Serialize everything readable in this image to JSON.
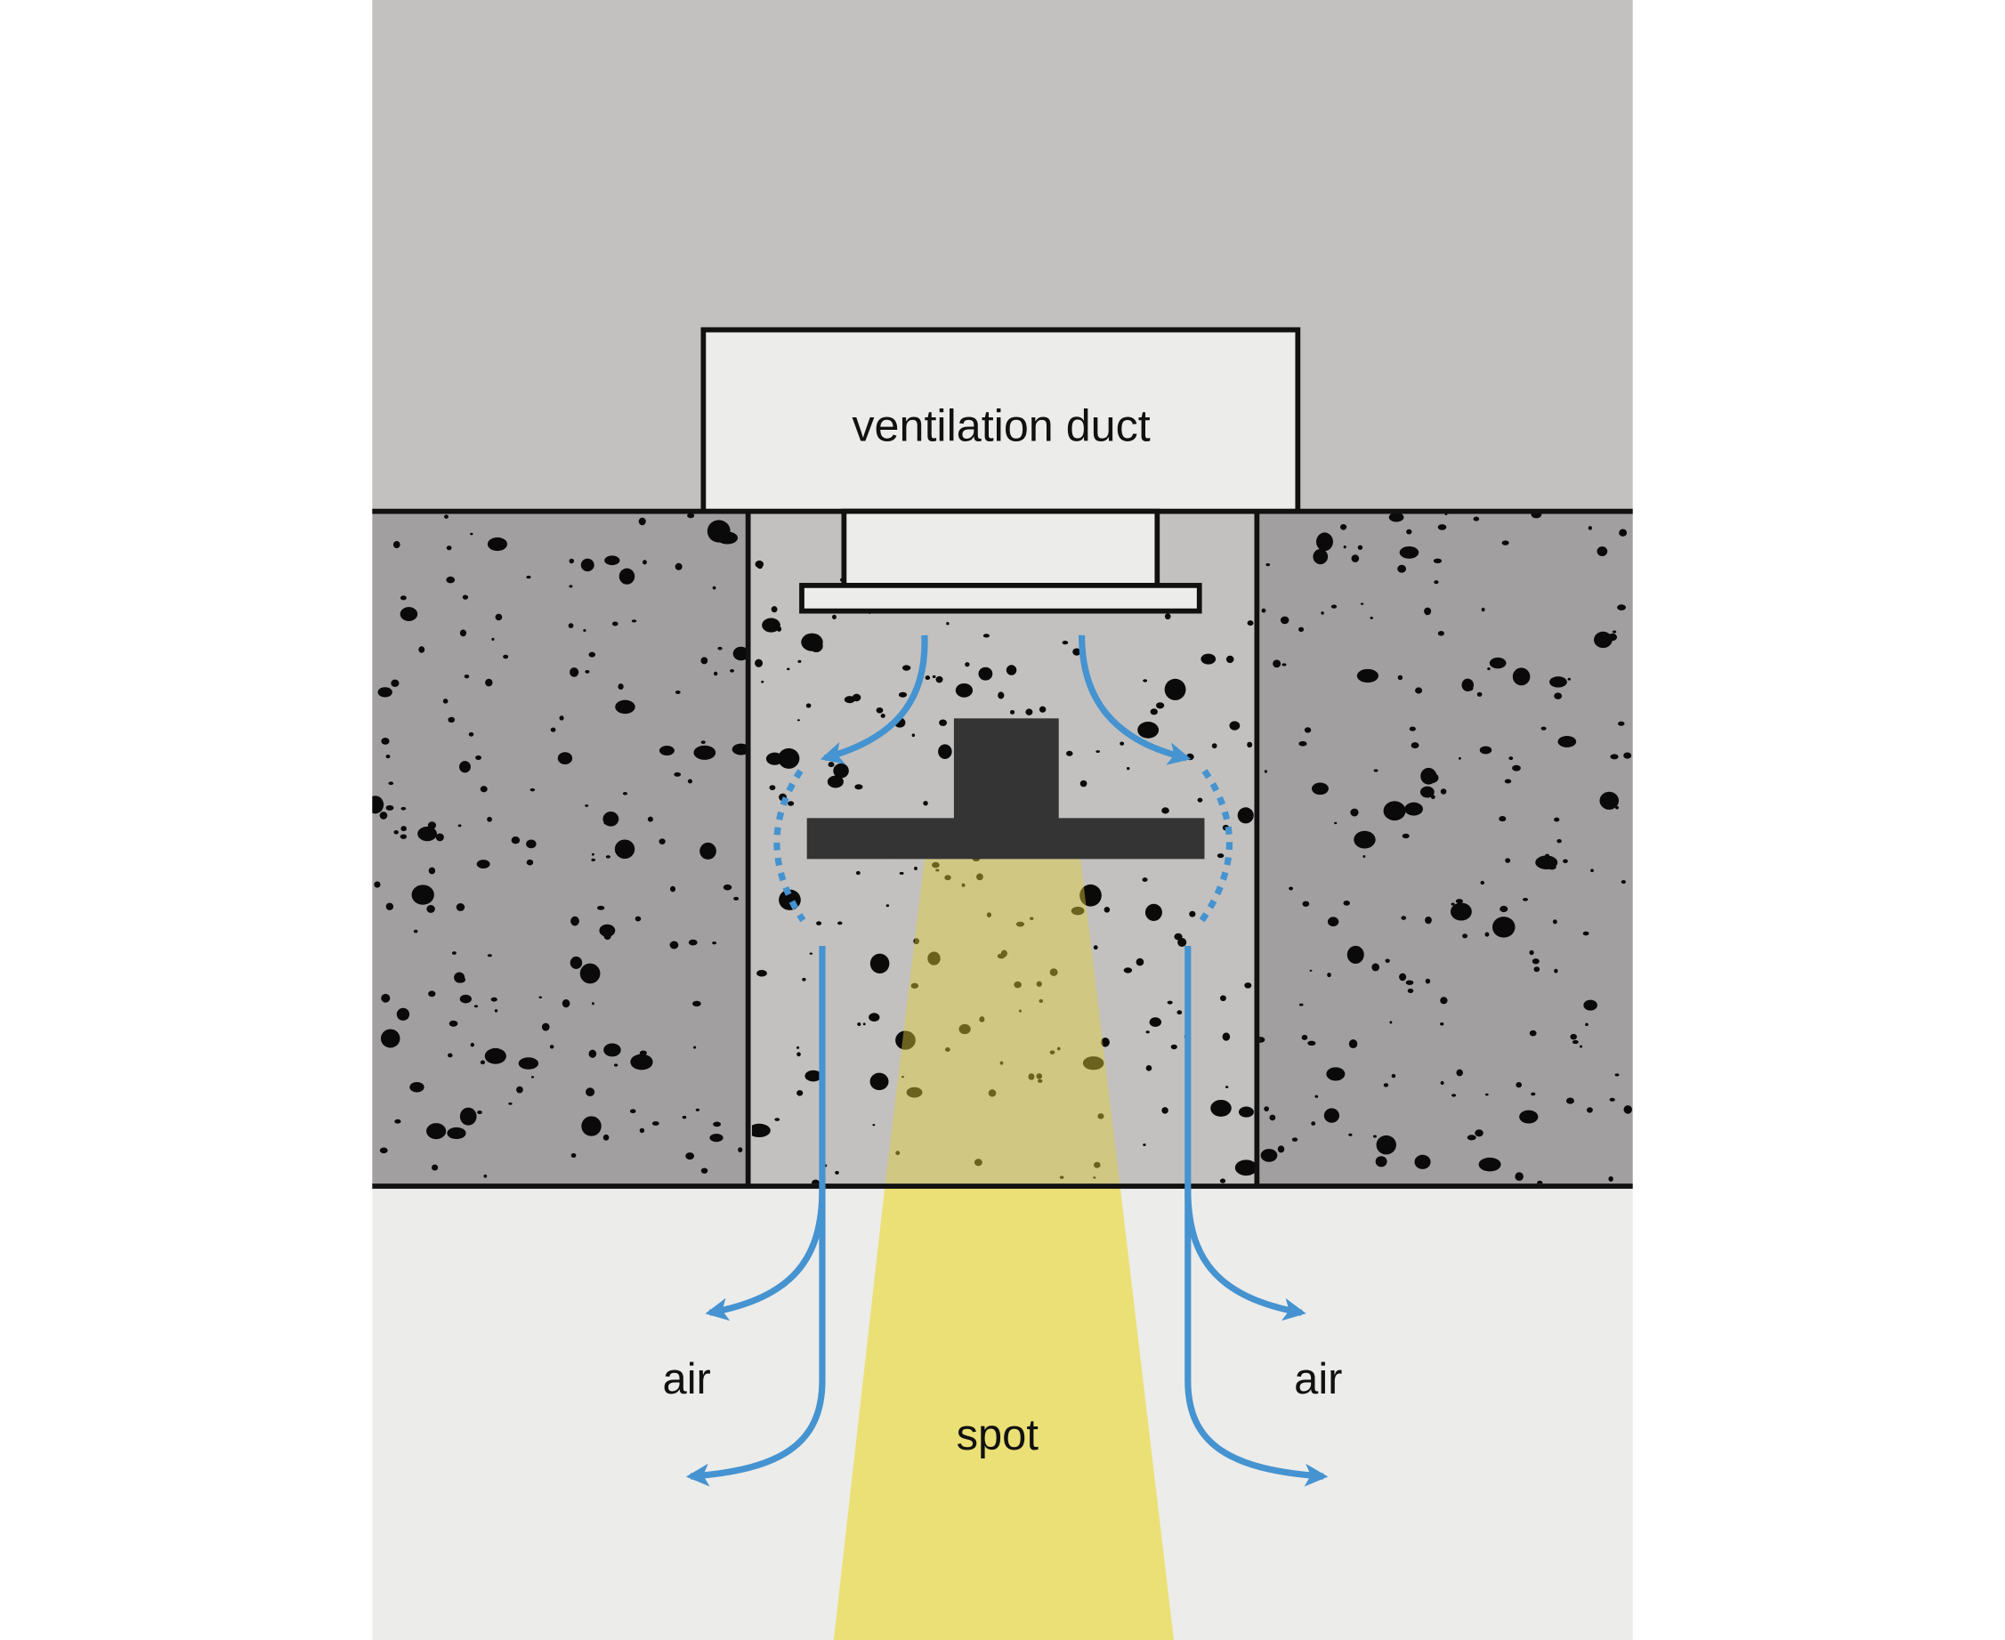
{
  "labels": {
    "duct": "ventilation duct",
    "air_left": "air",
    "air_right": "air",
    "spot": "spot"
  },
  "colors": {
    "ceiling": "#c2c1bf",
    "concrete": "#a19fa0",
    "panel": "#c2c1bf",
    "room": "#ececea",
    "duct": "#ececea",
    "air": "#4593d0",
    "light": "#ebe075",
    "fixture": "#343434"
  }
}
